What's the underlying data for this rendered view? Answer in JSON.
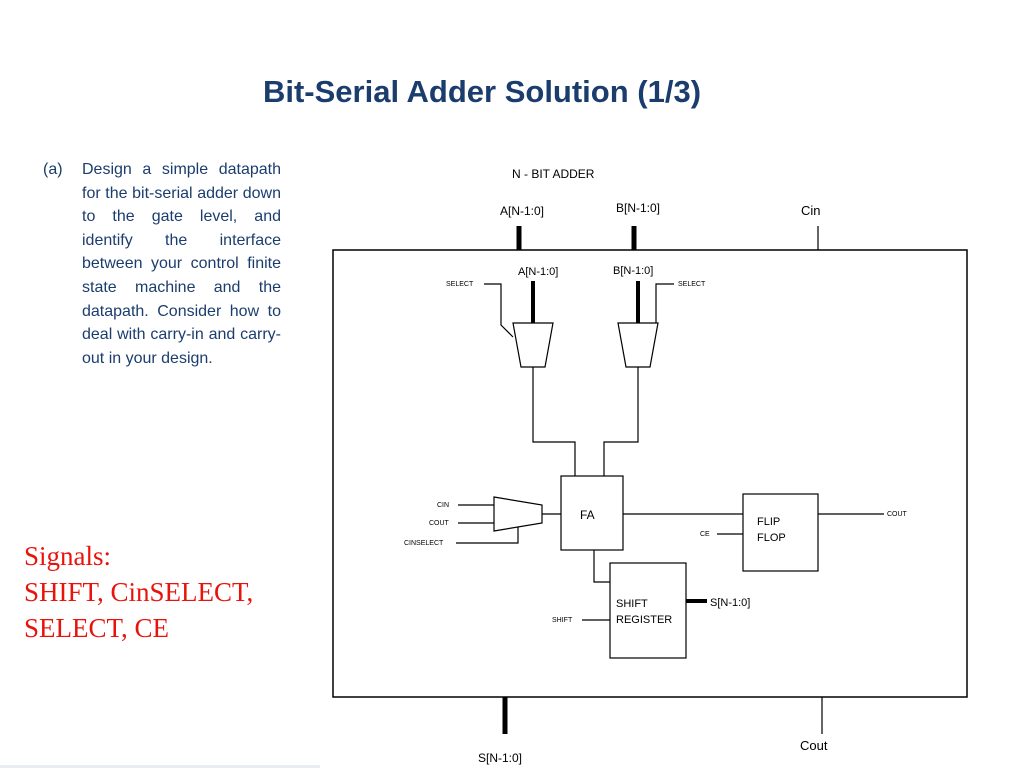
{
  "slide": {
    "title": "Bit-Serial Adder Solution (1/3)",
    "task_number": "(a)",
    "task_text": "Design a simple datapath for the bit-serial adder down to the gate level, and identify the interface between your control finite state machine and the datapath. Consider how to deal with carry-in and carry-out in your design.",
    "signals": [
      "Signals:",
      "SHIFT, CinSELECT,",
      "SELECT, CE"
    ]
  },
  "diagram": {
    "title": "N - BIT ADDER",
    "inputs": {
      "a": "A[N-1:0]",
      "b": "B[N-1:0]",
      "cin": "Cin"
    },
    "outputs": {
      "s": "S[N-1:0]",
      "cout": "Cout"
    },
    "mux_a": {
      "input_label": "A[N-1:0]",
      "select_label": "SELECT"
    },
    "mux_b": {
      "input_label": "B[N-1:0]",
      "select_label": "SELECT"
    },
    "carry_mux": {
      "in1": "CIN",
      "in2": "COUT",
      "select": "CINSELECT"
    },
    "full_adder": {
      "label": "FA"
    },
    "flip_flop": {
      "line1": "FLIP",
      "line2": "FLOP",
      "enable": "CE",
      "out": "COUT"
    },
    "shift_register": {
      "line1": "SHIFT",
      "line2": "REGISTER",
      "control": "SHIFT",
      "out": "S[N-1:0]"
    }
  },
  "colors": {
    "title": "#1b3d6e",
    "body_text": "#1b3d6e",
    "signals": "#e8140c",
    "diagram": "#000000"
  }
}
